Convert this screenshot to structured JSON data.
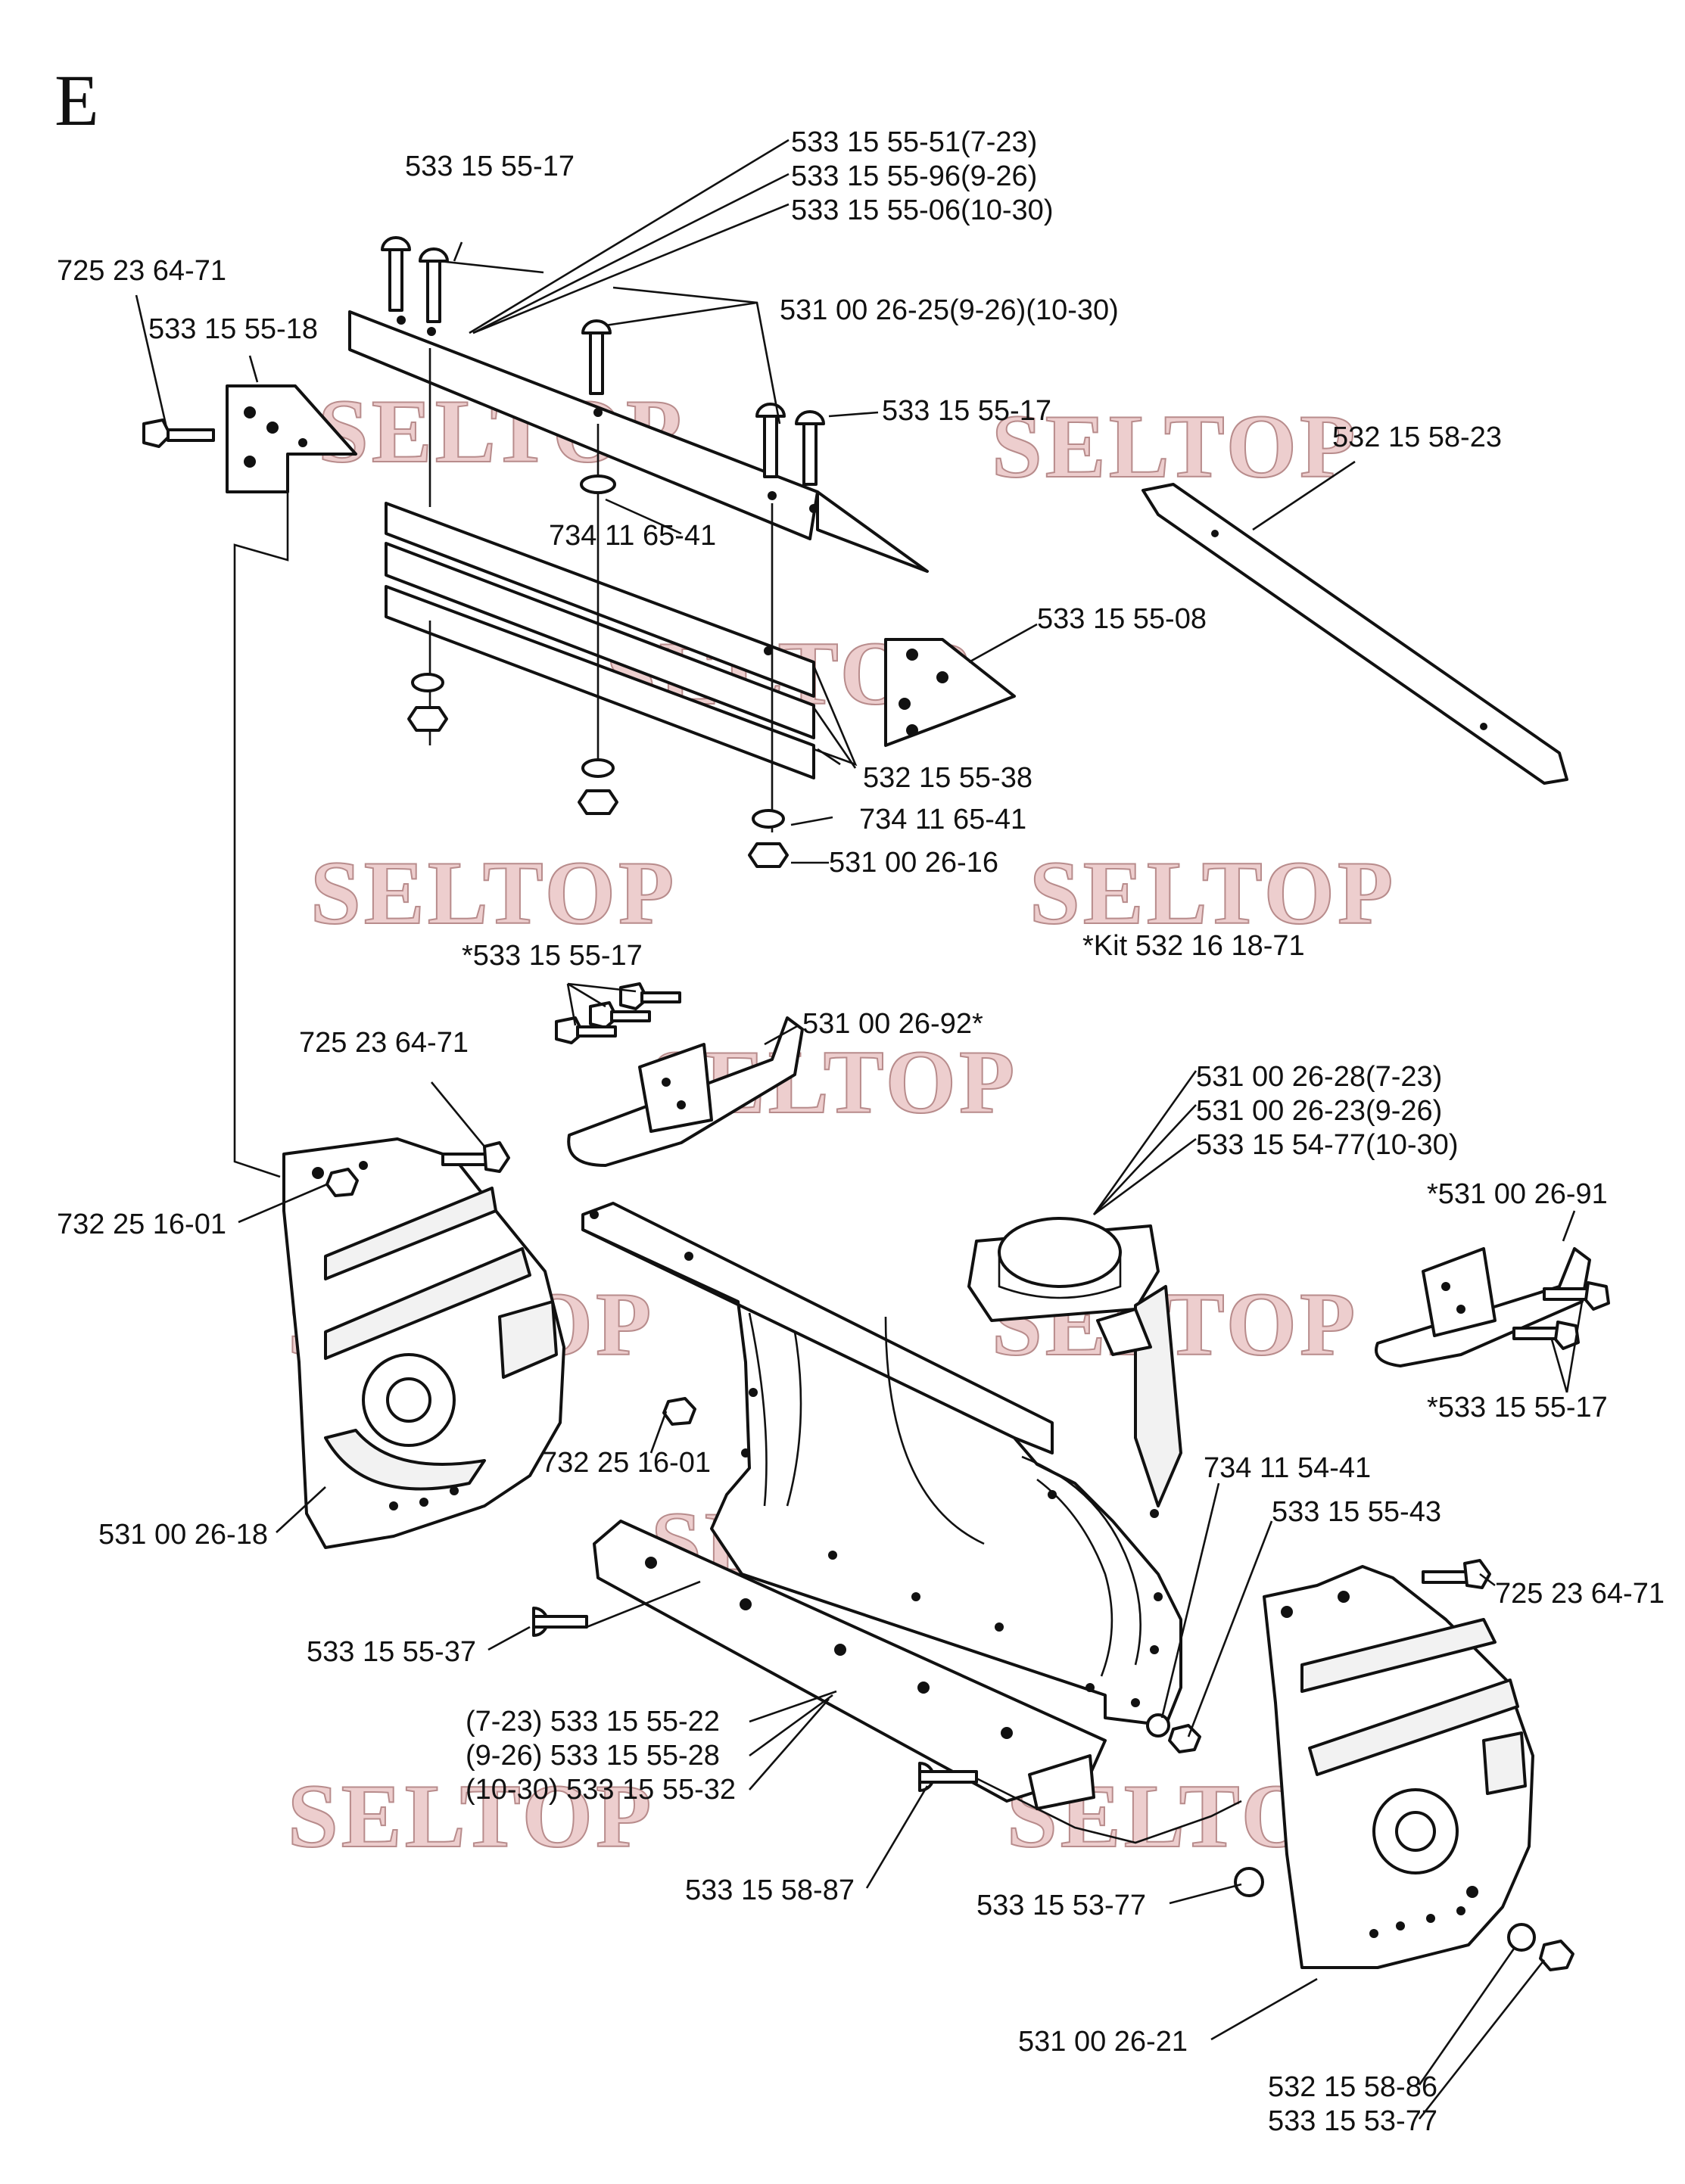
{
  "section_letter": "E",
  "watermark": "SELTOP",
  "labels": {
    "l01": "533 15 55-17",
    "l02": "533 15 55-51(7-23)",
    "l03": "533 15 55-96(9-26)",
    "l04": "533 15 55-06(10-30)",
    "l05": "725 23 64-71",
    "l06": "533 15 55-18",
    "l07": "531 00 26-25(9-26)(10-30)",
    "l08": "533 15 55-17",
    "l09": "532 15 58-23",
    "l10": "734 11 65-41",
    "l11": "533 15 55-08",
    "l12": "532 15 55-38",
    "l13": "734 11 65-41",
    "l14": "531 00 26-16",
    "l15": "*Kit  532 16 18-71",
    "l16": "*533 15 55-17",
    "l17": "531 00 26-92*",
    "l18": "725 23 64-71",
    "l19": "531 00 26-28(7-23)",
    "l20": "531 00 26-23(9-26)",
    "l21": "533 15 54-77(10-30)",
    "l22": "*531 00 26-91",
    "l23": "732 25 16-01",
    "l24": "732 25 16-01",
    "l25": "*533 15 55-17",
    "l26": "734 11 54-41",
    "l27": "531 00 26-18",
    "l28": "533 15 55-43",
    "l29": "725 23 64-71",
    "l30": "533 15 55-37",
    "l31": "(7-23) 533 15 55-22",
    "l32": "(9-26) 533 15 55-28",
    "l33": "(10-30) 533 15 55-32",
    "l34": "533 15 58-87",
    "l35": "533 15 53-77",
    "l36": "531 00 26-21",
    "l37": "532 15 58-86",
    "l38": "533 15 53-77"
  }
}
